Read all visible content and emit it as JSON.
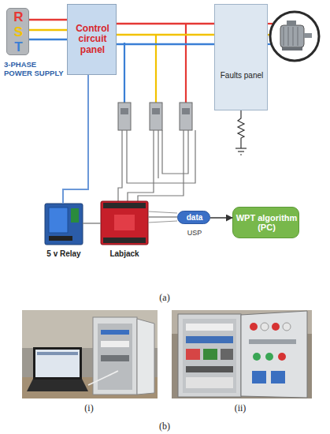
{
  "diagram": {
    "nodes": [
      {
        "text": [
          "R",
          "S",
          "T",
          "3-PHASE POWER SUPPLY"
        ]
      },
      {
        "text": [
          "Control circuit panel"
        ]
      },
      {
        "text": [
          "Faults panel"
        ]
      },
      {
        "text": [
          "5 v Relay"
        ]
      },
      {
        "text": [
          "Labjack"
        ]
      },
      {
        "text": [
          "data",
          "USP"
        ]
      },
      {
        "text": [
          "WPT algorithm (PC)"
        ]
      }
    ],
    "edges": [
      {
        "from": 0,
        "to": 1,
        "arrow": "none"
      },
      {
        "from": 0,
        "to": 1,
        "arrow": "none"
      },
      {
        "from": 0,
        "to": 1,
        "arrow": "none"
      },
      {
        "from": 1,
        "to": 2,
        "arrow": "none"
      },
      {
        "from": 1,
        "to": 2,
        "arrow": "none"
      },
      {
        "from": 1,
        "to": 2,
        "arrow": "none"
      },
      {
        "from": 1,
        "to": 3,
        "arrow": "none"
      },
      {
        "from": 3,
        "to": 4,
        "arrow": "none"
      },
      {
        "from": 4,
        "to": 5,
        "arrow": "none"
      },
      {
        "from": 5,
        "to": 6,
        "arrow": "to"
      }
    ],
    "labels": [
      "(a)",
      "(i)",
      "(ii)",
      "(b)"
    ]
  }
}
